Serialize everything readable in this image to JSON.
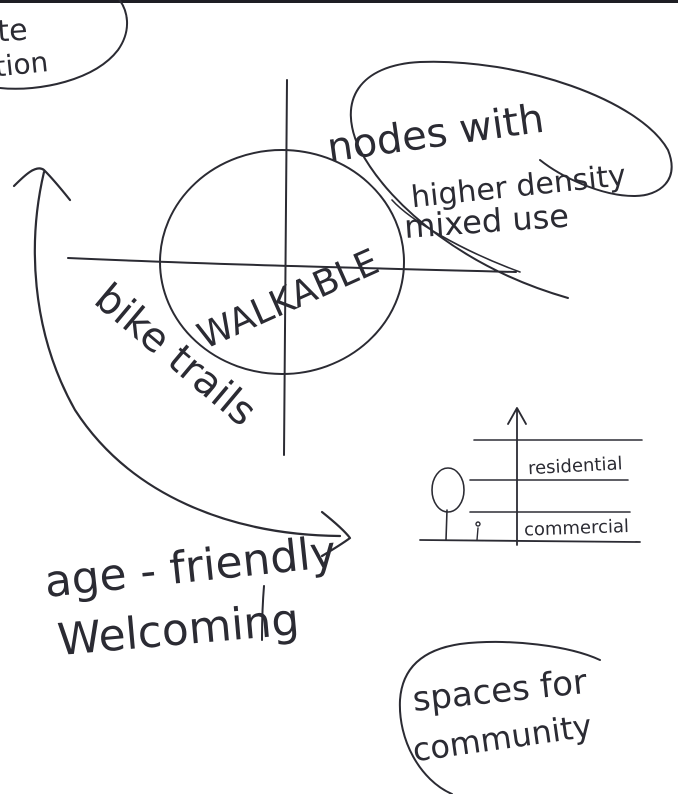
{
  "top_left_note": {
    "line1": "te",
    "line2": "ation"
  },
  "center": {
    "label": "WALKABLE"
  },
  "nodes_note": {
    "line1": "nodes with",
    "line2": "higher density",
    "line3": "mixed use"
  },
  "trail_label": "bike trails",
  "building_section": {
    "upper_label": "residential",
    "lower_label": "commercial"
  },
  "friendly_note": {
    "line1": "age - friendly",
    "line2": "Welcoming"
  },
  "community_note": {
    "line1": "spaces for",
    "line2": "community"
  },
  "colors": {
    "ink": "#2b2b33",
    "paper": "#ffffff"
  }
}
